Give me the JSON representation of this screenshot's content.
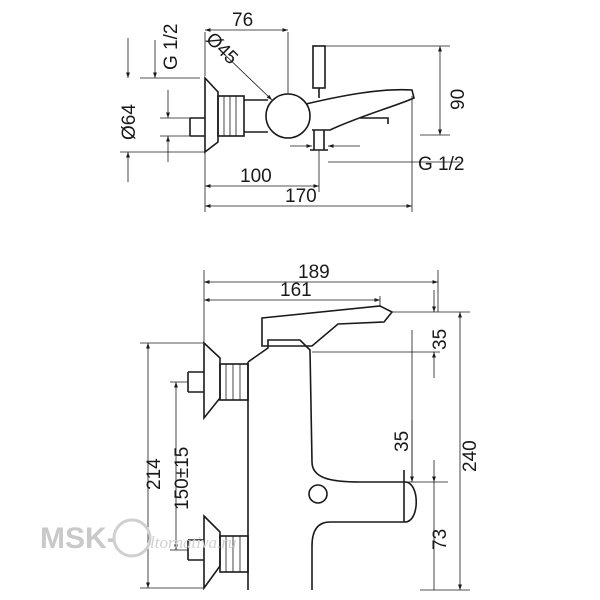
{
  "top_view": {
    "dims": {
      "d76": "76",
      "d45": "Ø45",
      "g_top": "G 1/2",
      "d64": "Ø64",
      "d90": "90",
      "g_right": "G 1/2",
      "d100": "100",
      "d170": "170"
    }
  },
  "front_view": {
    "dims": {
      "d189": "189",
      "d161": "161",
      "d35_top": "35",
      "d240": "240",
      "d35_mid": "35",
      "d214": "214",
      "d150": "150±15",
      "d73": "73"
    }
  },
  "watermark": {
    "brand": "MSK-",
    "tail": "ltornativa.ru"
  },
  "colors": {
    "line": "#1a1a1a",
    "watermark": "#c9c9c9"
  }
}
